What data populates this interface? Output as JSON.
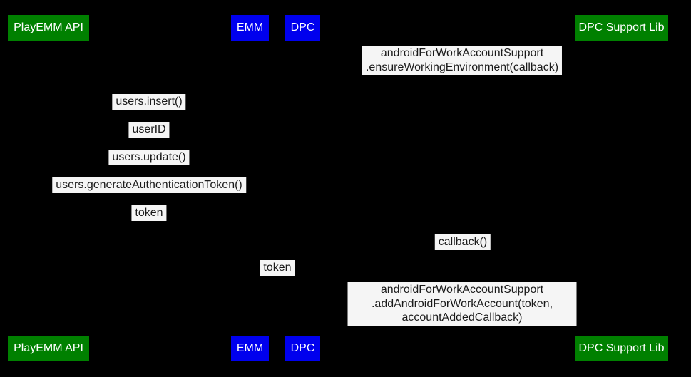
{
  "diagram": {
    "type": "sequence-diagram",
    "background_color": "#000000",
    "label_background_color": "#f5f5f5",
    "label_text_color": "#1a1a1a",
    "participants": [
      {
        "label": "PlayEMM API",
        "color": "#008000"
      },
      {
        "label": "EMM",
        "color": "#0000ee"
      },
      {
        "label": "DPC",
        "color": "#0000ee"
      },
      {
        "label": "DPC Support Lib",
        "color": "#008000"
      }
    ],
    "messages": [
      {
        "text": "androidForWorkAccountSupport\n.ensureWorkingEnvironment(callback)"
      },
      {
        "text": "users.insert()"
      },
      {
        "text": "userID"
      },
      {
        "text": "users.update()"
      },
      {
        "text": "users.generateAuthenticationToken()"
      },
      {
        "text": "token"
      },
      {
        "text": "callback()"
      },
      {
        "text": "token"
      },
      {
        "text": "androidForWorkAccountSupport\n.addAndroidForWorkAccount(token, accountAddedCallback)"
      }
    ]
  }
}
